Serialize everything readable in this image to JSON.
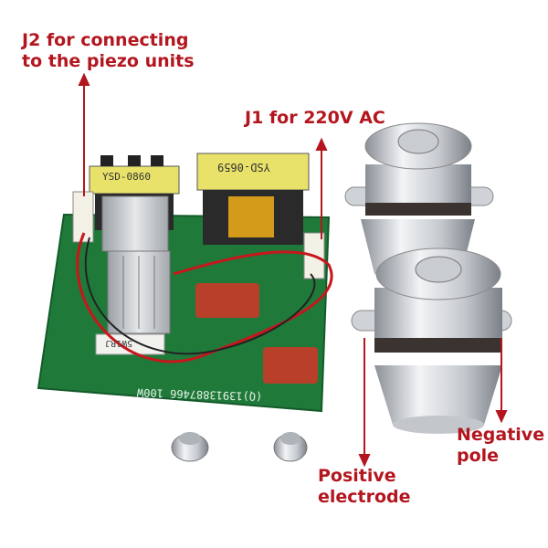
{
  "labels": {
    "j2_line1": "J2 for connecting",
    "j2_line2": "to the piezo units",
    "j1": "J1 for 220V AC",
    "negative_line1": "Negative",
    "negative_line2": "pole",
    "positive_line1": "Positive",
    "positive_line2": "electrode"
  },
  "board_markings": {
    "transformer_small": "YSD-0860",
    "transformer_large": "YSD-0659",
    "resistor": "5W1RJ",
    "board_edge": "(Q)13913887466 100W"
  },
  "colors": {
    "annotation": "#b3161e",
    "pcb": "#1f7a3a",
    "capacitor": "#b8402a"
  }
}
